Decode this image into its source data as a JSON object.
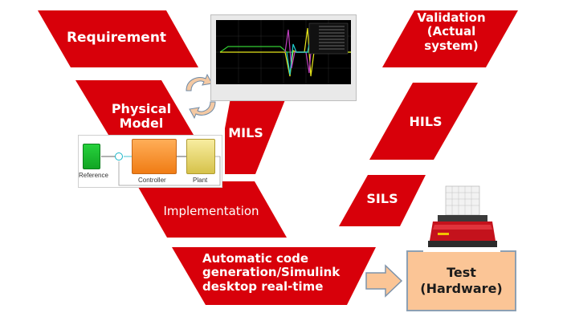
{
  "diagram": {
    "colors": {
      "red": "#d8000a",
      "test_box": "#fbc596",
      "arrow": "#fbc596",
      "arrow_border": "#7e93aa"
    },
    "left_arm": {
      "requirement": "Requirement",
      "physical_model": [
        "Physical",
        "Model"
      ],
      "implementation": "Implementation",
      "code_generation": [
        "Automatic code",
        "generation/Simulink",
        "desktop real-time"
      ]
    },
    "right_arm": {
      "validation": [
        "Validation",
        "(Actual",
        "system)"
      ],
      "hils": "HILS",
      "sils": "SILS"
    },
    "mils": "MILS",
    "test": [
      "Test",
      "(Hardware)"
    ],
    "model_blocks": {
      "reference": "Reference",
      "controller": "Controller",
      "plant": "Plant"
    },
    "icons": {
      "cycle": "cycle-arrows-icon",
      "arrow": "right-arrow-icon",
      "robot": "robot-photo"
    }
  }
}
